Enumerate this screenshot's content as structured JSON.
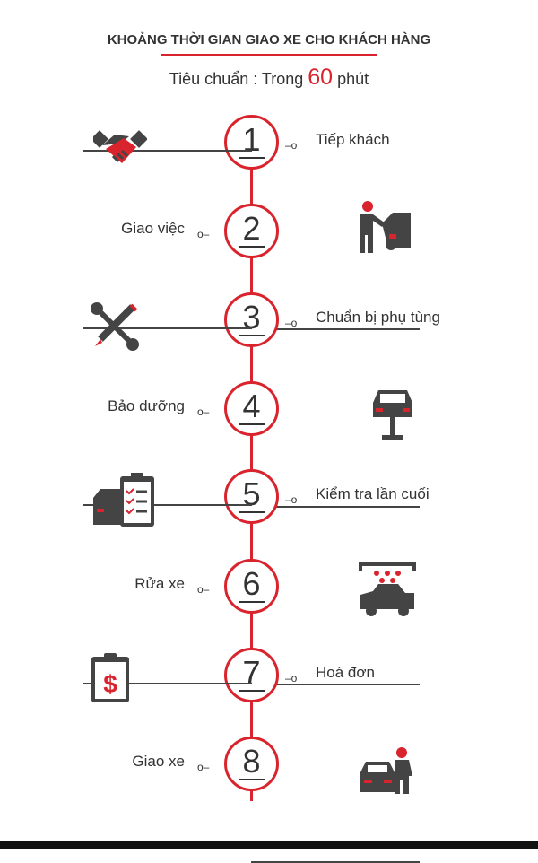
{
  "header": {
    "title": "KHOẢNG THỜI GIAN GIAO XE CHO KHÁCH HÀNG",
    "subtitle_prefix": "Tiêu chuẩn : Trong",
    "subtitle_number": "60",
    "subtitle_suffix": "phút"
  },
  "steps": [
    {
      "number": "1",
      "label": "Tiếp khách",
      "icon": "handshake-icon"
    },
    {
      "number": "2",
      "label": "Giao việc",
      "icon": "mechanic-car-icon"
    },
    {
      "number": "3",
      "label": "Chuẩn bị phụ tùng",
      "icon": "tools-icon"
    },
    {
      "number": "4",
      "label": "Bảo dưỡng",
      "icon": "car-lift-icon"
    },
    {
      "number": "5",
      "label": "Kiểm tra lần cuối",
      "icon": "car-checklist-icon"
    },
    {
      "number": "6",
      "label": "Rửa xe",
      "icon": "car-wash-icon"
    },
    {
      "number": "7",
      "label": "Hoá đơn",
      "icon": "invoice-icon"
    },
    {
      "number": "8",
      "label": "Giao xe",
      "icon": "car-delivery-icon"
    }
  ],
  "colors": {
    "accent": "#d9232d",
    "dark": "#333333"
  }
}
